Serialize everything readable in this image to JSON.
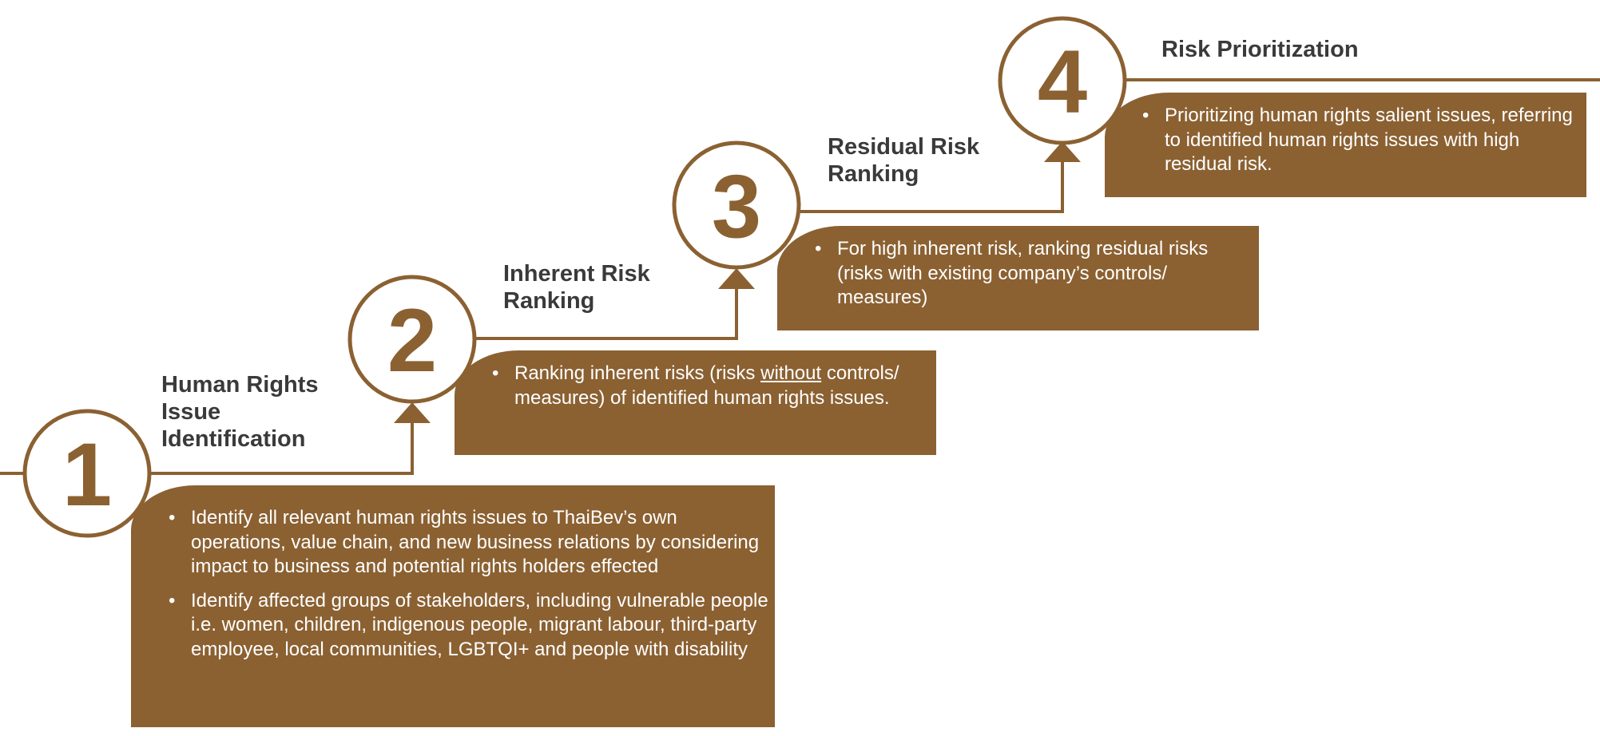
{
  "colors": {
    "brand": "#8b6132",
    "title_text": "#3a3a3a",
    "box_text": "#ffffff"
  },
  "steps": [
    {
      "number": "1",
      "title_lines": [
        "Human Rights",
        "Issue",
        "Identification"
      ],
      "bullets": [
        {
          "text": "Identify all relevant human rights issues to ThaiBev’s own operations, value chain, and new business relations by considering impact to business and potential rights holders effected"
        },
        {
          "text": "Identify affected groups of stakeholders, including vulnerable people i.e. women, children, indigenous people, migrant labour, third-party employee, local communities, LGBTQI+ and people with disability"
        }
      ]
    },
    {
      "number": "2",
      "title_lines": [
        "Inherent Risk",
        "Ranking"
      ],
      "bullets": [
        {
          "before": "Ranking inherent risks (risks ",
          "underlined": "without",
          "after": " controls/ measures) of identified human rights issues."
        }
      ]
    },
    {
      "number": "3",
      "title_lines": [
        "Residual Risk",
        "Ranking"
      ],
      "bullets": [
        {
          "text": "For high inherent risk, ranking residual risks (risks with existing company’s controls/ measures)"
        }
      ]
    },
    {
      "number": "4",
      "title_lines": [
        "Risk Prioritization"
      ],
      "bullets": [
        {
          "text": "Prioritizing human rights salient issues, referring to identified human rights issues with high residual risk."
        }
      ]
    }
  ]
}
